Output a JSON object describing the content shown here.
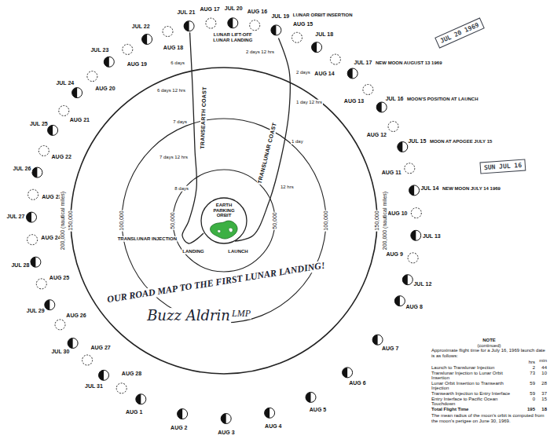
{
  "diagram": {
    "nodes": [
      {
        "text": [
          "EARTH PARKING ORBIT"
        ]
      },
      {
        "text": [
          "SUN JUL 16"
        ]
      },
      {
        "text": [
          "JUL 20 1969"
        ]
      }
    ],
    "labels": [
      "JUL 12",
      "JUL 13",
      "JUL 14",
      "JUL 15",
      "JUL 16",
      "JUL 17",
      "JUL 18",
      "JUL 19",
      "JUL 20",
      "JUL 21",
      "JUL 22",
      "JUL 23",
      "JUL 24",
      "JUL 25",
      "JUL 26",
      "JUL 27",
      "JUL 28",
      "JUL 29",
      "JUL 30",
      "JUL 31",
      "AUG 1",
      "AUG 2",
      "AUG 3",
      "AUG 4",
      "AUG 5",
      "AUG 6",
      "AUG 7",
      "AUG 8",
      "AUG 9",
      "AUG 10",
      "AUG 11",
      "AUG 12",
      "AUG 13",
      "AUG 14",
      "AUG 15",
      "AUG 16",
      "AUG 17",
      "AUG 18",
      "AUG 19",
      "AUG 20",
      "AUG 21",
      "AUG 22",
      "AUG 23",
      "AUG 24",
      "AUG 25",
      "AUG 26",
      "AUG 27",
      "AUG 28",
      "MOON'S POSITION AT LAUNCH",
      "NEW MOON AUGUST 13 1969",
      "LUNAR ORBIT INSERTION",
      "LUNAR LIFT-OFF",
      "LUNAR LANDING",
      "NEW MOON JULY 14 1969",
      "MOON AT APOGEE JULY 15",
      "200,000 (nautical miles)",
      "150,000",
      "100,000",
      "50,000",
      "50,000",
      "100,000",
      "150,000",
      "200,000 (nautical miles)",
      "TRANSLUNAR COAST",
      "TRANSEARTH COAST",
      "12 hrs",
      "1 day",
      "1 day 12 hrs",
      "2 days",
      "2 days 12 hrs",
      "6 days",
      "6 days 12 hrs",
      "7 days",
      "7 days 12 hrs",
      "8 days",
      "TRANSLUNAR INJECTION",
      "LAUNCH",
      "LANDING",
      "OUR ROAD MAP TO THE FIRST LUNAR LANDING!",
      "Buzz Aldrin",
      "LMP",
      "NOTE",
      "(continued)",
      "Approximate flight time for a July 16, 1969 launch date is as follows:",
      "hrs",
      "min",
      "Launch to Translunar Injection",
      "2",
      "44",
      "Translunar Injection to Lunar Orbit Insertion",
      "73",
      "10",
      "Lunar Orbit Insertion to Transearth Injection",
      "59",
      "28",
      "Transearth Injection to Entry Interface",
      "59",
      "37",
      "Entry Interface to Pacific Ocean Touchdown",
      "0",
      "15",
      "Total Flight Time",
      "195",
      "18",
      "The mean radius of the moon's orbit is computed from the moon's perigee on June 30, 1969."
    ]
  }
}
